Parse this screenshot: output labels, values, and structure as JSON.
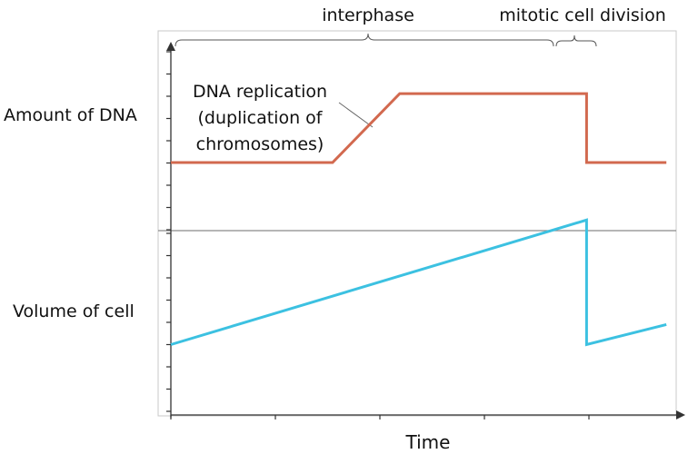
{
  "chart_data": [
    {
      "type": "line",
      "panel": "top",
      "ylabel": "Amount of DNA",
      "annotation": [
        "DNA replication",
        "(duplication of",
        "chromosomes)"
      ],
      "color": "#d2694f",
      "series": [
        {
          "points": [
            [
              0,
              2
            ],
            [
              3.85,
              2
            ],
            [
              5.45,
              5.1
            ],
            [
              9.9,
              5.1
            ],
            [
              9.9,
              2
            ],
            [
              11.8,
              2
            ]
          ]
        }
      ]
    },
    {
      "type": "line",
      "panel": "bottom",
      "ylabel": "Volume of cell",
      "xlabel": "Time",
      "color": "#3cc1e1",
      "series": [
        {
          "points": [
            [
              0,
              3.0
            ],
            [
              9.9,
              8.6
            ],
            [
              9.9,
              3.0
            ],
            [
              11.8,
              3.9
            ]
          ]
        }
      ]
    }
  ],
  "phases": {
    "interphase": "interphase",
    "mitosis": "mitotic cell division"
  }
}
